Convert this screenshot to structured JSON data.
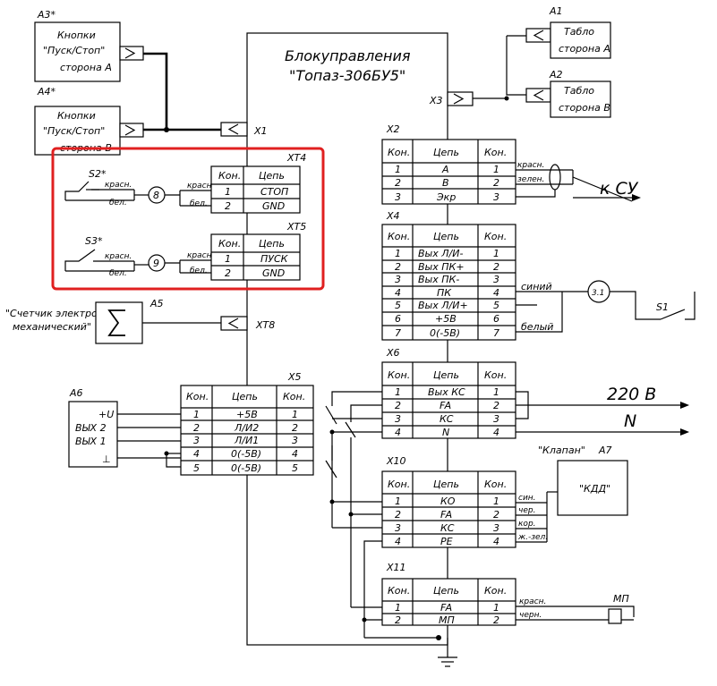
{
  "main_block": {
    "line1": "Блокуправления",
    "line2": "\"Топаз-306БУ5\""
  },
  "a3": {
    "ref": "A3*",
    "l1": "Кнопки",
    "l2": "\"Пуск/Стоп\"",
    "l3": "сторона А"
  },
  "a4": {
    "ref": "A4*",
    "l1": "Кнопки",
    "l2": "\"Пуск/Стоп\"",
    "l3": "сторона В"
  },
  "a1": {
    "ref": "A1",
    "l1": "Табло",
    "l2": "сторона А"
  },
  "a2": {
    "ref": "A2",
    "l1": "Табло",
    "l2": "сторона В"
  },
  "a5": {
    "ref": "A5",
    "l1": "\"Счетчик электро-",
    "l2": "механический\""
  },
  "a6": {
    "ref": "A6",
    "pins": [
      "+U",
      "ВЫХ 2",
      "ВЫХ 1",
      "⊥"
    ]
  },
  "a7": {
    "ref": "A7",
    "name": "\"Клапан\"",
    "box": "\"КДД\""
  },
  "conn": {
    "x1": "X1",
    "x3": "X3",
    "xt8": "XT8"
  },
  "switches": {
    "s2": {
      "ref": "S2*",
      "terminal": "8",
      "w1": "красн.",
      "w2": "бел.",
      "w3": "красн.",
      "w4": "бел."
    },
    "s3": {
      "ref": "S3*",
      "terminal": "9",
      "w1": "красн.",
      "w2": "бел.",
      "w3": "красн.",
      "w4": "бел."
    },
    "s1": {
      "ref": "S1",
      "terminal": "3.1"
    }
  },
  "headers": {
    "kon": "Кон.",
    "cep": "Цепь"
  },
  "xt4": {
    "title": "XT4",
    "rows": [
      [
        "1",
        "СТОП"
      ],
      [
        "2",
        "GND"
      ]
    ]
  },
  "xt5": {
    "title": "XT5",
    "rows": [
      [
        "1",
        "ПУСК"
      ],
      [
        "2",
        "GND"
      ]
    ]
  },
  "x2": {
    "title": "X2",
    "rows": [
      [
        "1",
        "А",
        "1"
      ],
      [
        "2",
        "В",
        "2"
      ],
      [
        "3",
        "Экр",
        "3"
      ]
    ],
    "wires": [
      "красн.",
      "зелен."
    ],
    "dest": "к СУ"
  },
  "x4": {
    "title": "X4",
    "rows": [
      [
        "1",
        "Вых Л/И-",
        "1"
      ],
      [
        "2",
        "Вых ПК+",
        "2"
      ],
      [
        "3",
        "Вых ПК-",
        "3"
      ],
      [
        "4",
        "ПК",
        "4"
      ],
      [
        "5",
        "Вых Л/И+",
        "5"
      ],
      [
        "6",
        "+5В",
        "6"
      ],
      [
        "7",
        "0(-5В)",
        "7"
      ]
    ],
    "wires": [
      "синий",
      "белый"
    ]
  },
  "x6": {
    "title": "X6",
    "rows": [
      [
        "1",
        "Вых КС",
        "1"
      ],
      [
        "2",
        "FA",
        "2"
      ],
      [
        "3",
        "КС",
        "3"
      ],
      [
        "4",
        "N",
        "4"
      ]
    ],
    "supply": "220 В",
    "neutral": "N"
  },
  "x5": {
    "title": "X5",
    "rows": [
      [
        "1",
        "+5В",
        "1"
      ],
      [
        "2",
        "Л/И2",
        "2"
      ],
      [
        "3",
        "Л/И1",
        "3"
      ],
      [
        "4",
        "0(-5В)",
        "4"
      ],
      [
        "5",
        "0(-5В)",
        "5"
      ]
    ]
  },
  "x10": {
    "title": "X10",
    "rows": [
      [
        "1",
        "КО",
        "1"
      ],
      [
        "2",
        "FA",
        "2"
      ],
      [
        "3",
        "КС",
        "3"
      ],
      [
        "4",
        "PE",
        "4"
      ]
    ],
    "wires": [
      "син.",
      "чер.",
      "кор.",
      "ж.-зел."
    ]
  },
  "x11": {
    "title": "X11",
    "rows": [
      [
        "1",
        "FA",
        "1"
      ],
      [
        "2",
        "МП",
        "2"
      ]
    ],
    "wires": [
      "красн.",
      "черн."
    ],
    "device": "МП"
  },
  "colors": {
    "highlight": "#e02020",
    "line": "#000000"
  }
}
